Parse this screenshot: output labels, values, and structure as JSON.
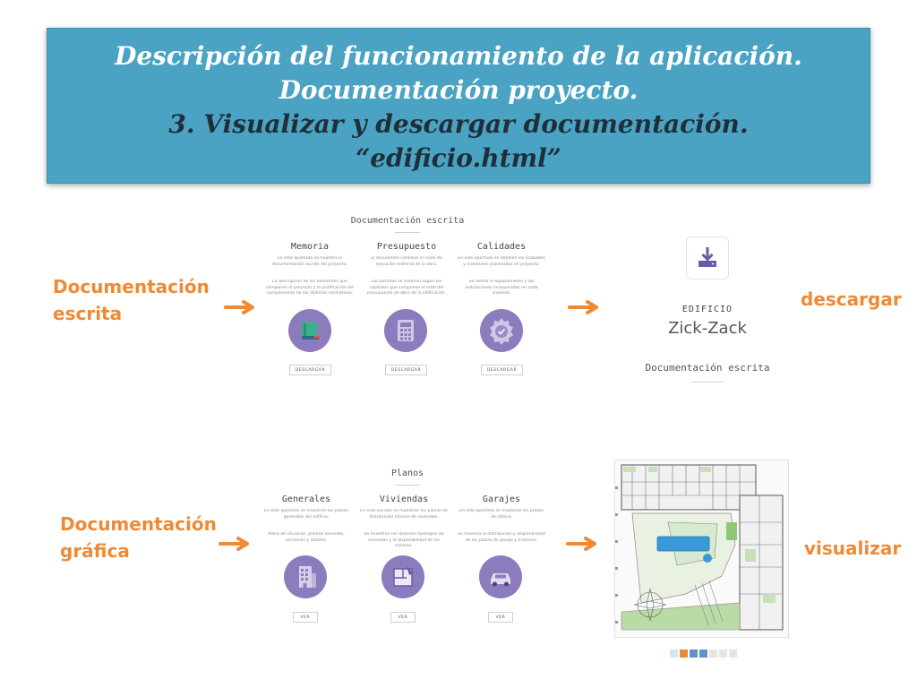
{
  "banner": {
    "line1": "Descripción del funcionamiento de la aplicación.",
    "line2": "Documentación proyecto.",
    "line3": "3. Visualizar y descargar documentación.",
    "line4": "“edificio.html”"
  },
  "labels": {
    "escrita_line1": "Documentación",
    "escrita_line2": "escrita",
    "grafica_line1": "Documentación",
    "grafica_line2": "gráfica",
    "descargar": "descargar",
    "visualizar": "visualizar"
  },
  "written_panel": {
    "title": "Documentación escrita",
    "columns": [
      {
        "heading": "Memoria",
        "desc1": "En este apartado se muestra la documentación escrita del proyecto.",
        "desc2": "La descripción de los elementos que componen el proyecto y la justificación del cumplimiento de las distintas normativas.",
        "icon": "book-icon",
        "button": "DESCARGAR"
      },
      {
        "heading": "Presupuesto",
        "desc1": "El documento contiene el coste de ejecución material de la obra.",
        "desc2": "Las partidas se ordenan según los capítulos que componen el total del presupuesto de obra de la edificación.",
        "icon": "calculator-icon",
        "button": "DESCARGAR"
      },
      {
        "heading": "Calidades",
        "desc1": "En este apartado se detallan los acabados y materiales planteados en proyecto.",
        "desc2": "Se define el equipamiento y las instalaciones incorporadas en cada vivienda.",
        "icon": "quality-seal-icon",
        "button": "DESCARGAR"
      }
    ]
  },
  "graphic_panel": {
    "title": "Planos",
    "columns": [
      {
        "heading": "Generales",
        "desc1": "En este apartado se muestran los planos generales del edificio.",
        "desc2": "Plano de situación, plantas elevadas, secciones y alzados.",
        "icon": "building-icon",
        "button": "VER"
      },
      {
        "heading": "Viviendas",
        "desc1": "En esta sección se muestran los planos de distribución interior de viviendas.",
        "desc2": "Se muestran las distintas tipologías de viviendas y la disponibilidad de las mismas.",
        "icon": "floorplan-icon",
        "button": "VER"
      },
      {
        "heading": "Garajes",
        "desc1": "En este apartado se muestran los planos de sótano.",
        "desc2": "Se muestra la distribución y disponibilidad de las plazas de garaje y trasteros.",
        "icon": "car-icon",
        "button": "VER"
      }
    ]
  },
  "download_view": {
    "icon": "download-tray-icon",
    "kicker": "EDIFICIO",
    "name": "Zick-Zack",
    "section": "Documentación escrita"
  },
  "colors": {
    "banner": "#4aa3c3",
    "accent_orange": "#ee8a35",
    "icon_circle": "#8c7bbd",
    "download_icon": "#6a5aa6"
  }
}
